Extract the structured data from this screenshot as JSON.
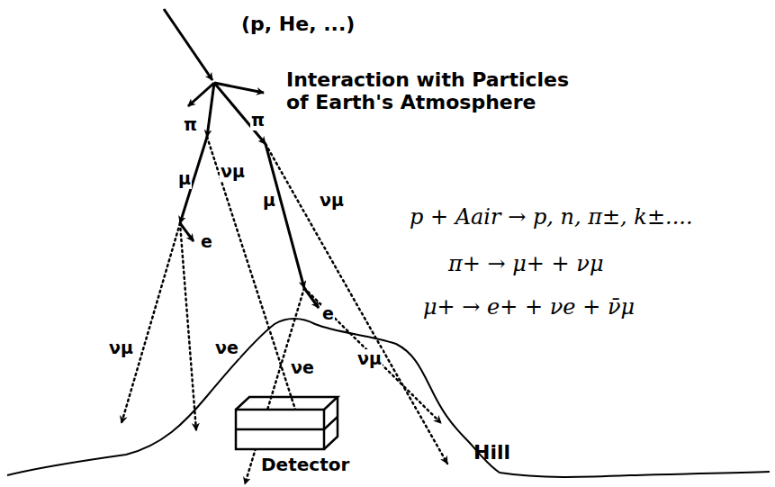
{
  "diagram": {
    "nodes": [
      {
        "text": [
          "Detector"
        ]
      }
    ],
    "edges": [],
    "labels": [
      "(p, He, ...)",
      "Interaction with Particles of Earth's Atmosphere",
      "π",
      "π",
      "μ",
      "νμ",
      "μ",
      "νμ",
      "e",
      "νμ",
      "νe",
      "e",
      "νe",
      "νμ",
      "Hill",
      "p + Aair → p, n, π±, k±....",
      "π+ → μ+ + νμ",
      "μ+ → e+ + νe + ν̄μ"
    ]
  }
}
